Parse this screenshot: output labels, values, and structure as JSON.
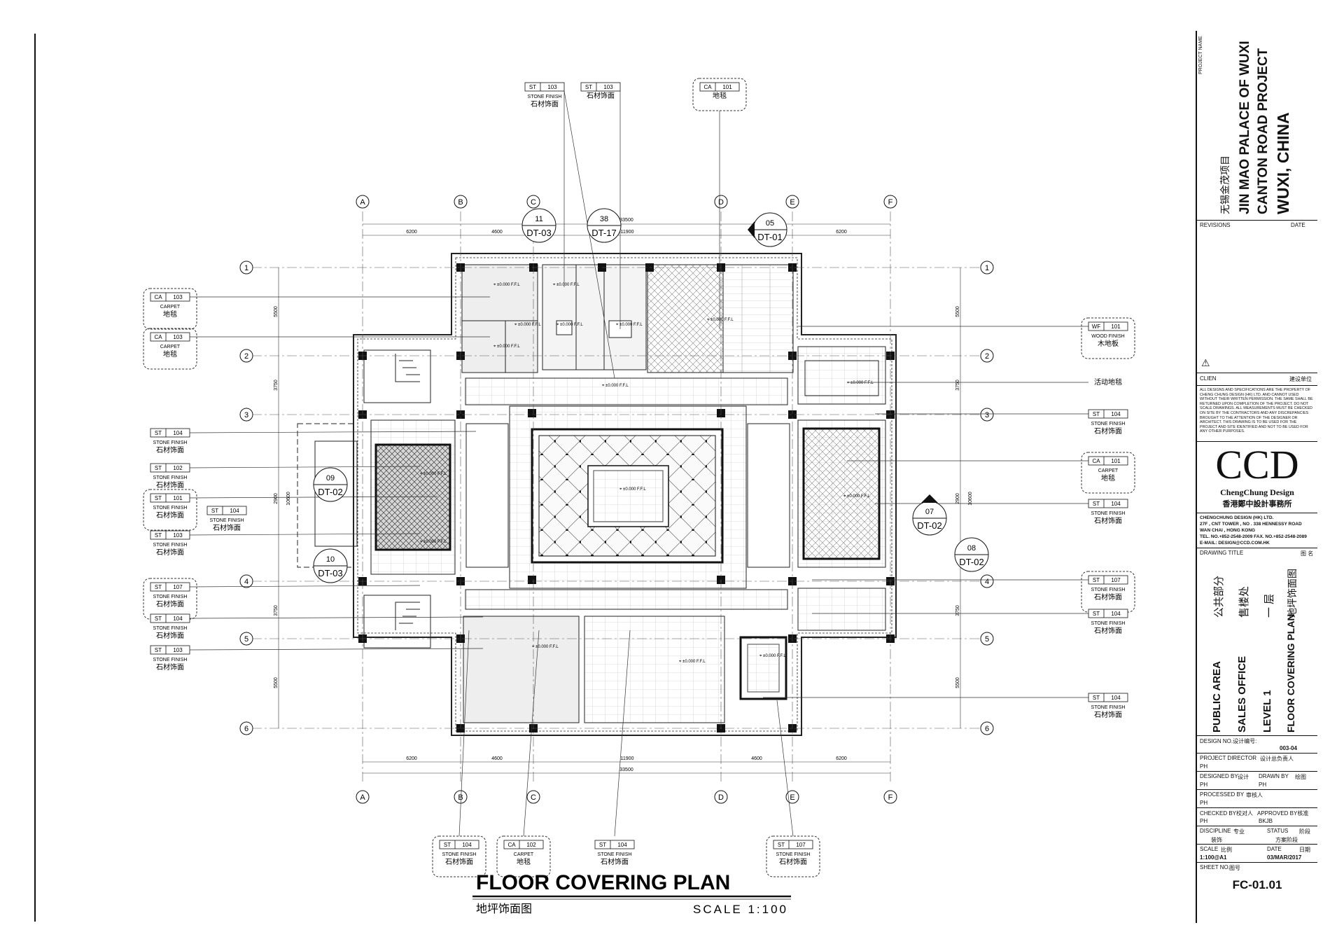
{
  "plan": {
    "title": "FLOOR COVERING PLAN",
    "title_cn": "地坪饰面图",
    "scale": "SCALE 1:100",
    "grid_cols": [
      "A",
      "B",
      "C",
      "D",
      "E",
      "F"
    ],
    "grid_rows": [
      "1",
      "2",
      "3",
      "4",
      "5",
      "6"
    ],
    "dims_top": [
      "6200",
      "4600",
      "33500",
      "11900",
      "6200"
    ],
    "dims_bottom": [
      "6200",
      "4600",
      "11900",
      "4600",
      "6200",
      "33500"
    ],
    "dims_left": [
      "5500",
      "3750",
      "2900",
      "10600",
      "3750",
      "5500"
    ],
    "dims_right": [
      "5500",
      "3750",
      "2900",
      "10600",
      "3750",
      "5500"
    ],
    "room_level": "±0.000 F.F.L",
    "detail_marks": [
      {
        "num": "11",
        "ref": "DT-03"
      },
      {
        "num": "38",
        "ref": "DT-17"
      },
      {
        "num": "05",
        "ref": "DT-01"
      },
      {
        "num": "09",
        "ref": "DT-02"
      },
      {
        "num": "10",
        "ref": "DT-03"
      },
      {
        "num": "07",
        "ref": "DT-02"
      },
      {
        "num": "08",
        "ref": "DT-02"
      }
    ],
    "tags_top": [
      {
        "code": "ST",
        "num": "103",
        "en": "STONE FINISH",
        "cn": "石材饰面"
      },
      {
        "code": "ST",
        "num": "103",
        "en": "",
        "cn": "石材饰面"
      },
      {
        "code": "CA",
        "num": "101",
        "en": "",
        "cn": "地毯"
      }
    ],
    "tags_left": [
      {
        "code": "CA",
        "num": "103",
        "en": "CARPET",
        "cn": "地毯"
      },
      {
        "code": "CA",
        "num": "103",
        "en": "CARPET",
        "cn": "地毯"
      },
      {
        "code": "ST",
        "num": "104",
        "en": "STONE FINISH",
        "cn": "石材饰面"
      },
      {
        "code": "ST",
        "num": "102",
        "en": "STONE FINISH",
        "cn": "石材饰面"
      },
      {
        "code": "ST",
        "num": "101",
        "en": "STONE FINISH",
        "cn": "石材饰面"
      },
      {
        "code": "ST",
        "num": "103",
        "en": "STONE FINISH",
        "cn": "石材饰面"
      },
      {
        "code": "ST",
        "num": "107",
        "en": "STONE FINISH",
        "cn": "石材饰面"
      },
      {
        "code": "ST",
        "num": "104",
        "en": "STONE FINISH",
        "cn": "石材饰面"
      },
      {
        "code": "ST",
        "num": "103",
        "en": "STONE FINISH",
        "cn": "石材饰面"
      }
    ],
    "tag_left_extra": {
      "code": "ST",
      "num": "104",
      "en": "STONE FINISH",
      "cn": "石材饰面"
    },
    "tags_right": [
      {
        "code": "WF",
        "num": "101",
        "en": "WOOD FINISH",
        "cn": "木地板"
      },
      {
        "code": "",
        "num": "",
        "en": "",
        "cn": "活动地毯"
      },
      {
        "code": "ST",
        "num": "104",
        "en": "STONE FINISH",
        "cn": "石材饰面"
      },
      {
        "code": "CA",
        "num": "101",
        "en": "CARPET",
        "cn": "地毯"
      },
      {
        "code": "ST",
        "num": "104",
        "en": "STONE FINISH",
        "cn": "石材饰面"
      },
      {
        "code": "ST",
        "num": "107",
        "en": "STONE FINISH",
        "cn": "石材饰面"
      },
      {
        "code": "ST",
        "num": "104",
        "en": "STONE FINISH",
        "cn": "石材饰面"
      },
      {
        "code": "ST",
        "num": "104",
        "en": "STONE FINISH",
        "cn": "石材饰面"
      }
    ],
    "tags_bottom": [
      {
        "code": "ST",
        "num": "104",
        "en": "STONE FINISH",
        "cn": "石材饰面"
      },
      {
        "code": "CA",
        "num": "102",
        "en": "CARPET",
        "cn": "地毯"
      },
      {
        "code": "ST",
        "num": "104",
        "en": "STONE FINISH",
        "cn": "石材饰面"
      },
      {
        "code": "ST",
        "num": "107",
        "en": "STONE FINISH",
        "cn": "石材饰面"
      }
    ]
  },
  "titleblock": {
    "project_name_label": "PROJECT NAME",
    "project_cn": "无锡金茂项目",
    "project_line1": "JIN MAO PALACE OF WUXI",
    "project_line2": "CANTON ROAD PROJECT",
    "project_line3": "WUXI, CHINA",
    "revisions": "REVISIONS",
    "date_label": "DATE",
    "client": "CLIEN",
    "client_cn": "建设单位",
    "disclaimer": "ALL DESIGNS AND SPECIFICATIONS ARE THE PROPERTY OF CHENG CHUNG DESIGN (HK) LTD. AND CANNOT USED WITHOUT THEIR WRITTEN PERMISSION. THE SAME SHALL BE RETURNED UPON COMPLETION OF THE PROJECT. DO NOT SCALE DRAWINGS. ALL MEASUREMENTS MUST BE CHECKED ON SITE BY THE CONTRACTORS AND ANY DISCREPANCIES BROUGHT TO THE ATTENTION OF THE DESIGNER OR ARCHITECT. THIS DRAWING IS TO BE USED FOR THE PROJECT AND SITE IDENTIFIED AND NOT TO BE USED FOR ANY OTHER PURPOSES.",
    "logo": "CCD",
    "logo_sub": "ChengChung Design",
    "logo_cn": "香港鄭中設計事務所",
    "company": "CHENGCHUNG DESIGN (HK) LTD.",
    "address1": "27F , CNT TOWER , NO . 338 HENNESSY ROAD",
    "address2": "WAN CHAI , HONG KONG",
    "tel": "TEL. NO.+852-2548-2009   FAX. NO.+852-2548-2089",
    "email": "E-MAIL: DESIGN@CCD.COM.HK",
    "drawing_title_label": "DRAWING TITLE",
    "drawing_title_cn_label": "图 名",
    "dt_en": [
      "PUBLIC AREA",
      "SALES OFFICE",
      "LEVEL 1",
      "FLOOR COVERING PLAN"
    ],
    "dt_cn": [
      "公共部分",
      "售楼处",
      "一 层",
      "地坪饰面图"
    ],
    "design_no_label": "DESIGN NO.设计编号:",
    "design_no": "003-04",
    "project_director_label": "PROJECT DIRECTOR",
    "project_director_cn": "设计总负责人",
    "project_director": "PH",
    "designed_by_label": "DESIGNED BY",
    "designed_by_cn": "设计",
    "drawn_by_label": "DRAWN BY",
    "drawn_by_cn": "绘图",
    "designed_by": "PH",
    "drawn_by": "PH",
    "processed_by_label": "PROCESSED BY",
    "processed_by_cn": "审核人",
    "processed_by": "PH",
    "checked_by_label": "CHECKED BY校对人",
    "approved_by_label": "APPROVED BY核准",
    "checked_by": "PH",
    "approved_by": "BKJB",
    "discipline_label": "DISCIPLINE",
    "discipline_cn": "专业",
    "status_label": "STATUS",
    "status_cn": "阶段",
    "discipline": "装饰",
    "status": "方案阶段",
    "scale_label": "SCALE",
    "scale_cn": "比例",
    "date_label2": "DATE",
    "date_cn": "日期",
    "scale": "1:100@A1",
    "date": "03/MAR/2017",
    "sheet_no_label": "SHEET NO.",
    "sheet_no_cn": "图号",
    "sheet_no": "FC-01.01"
  }
}
